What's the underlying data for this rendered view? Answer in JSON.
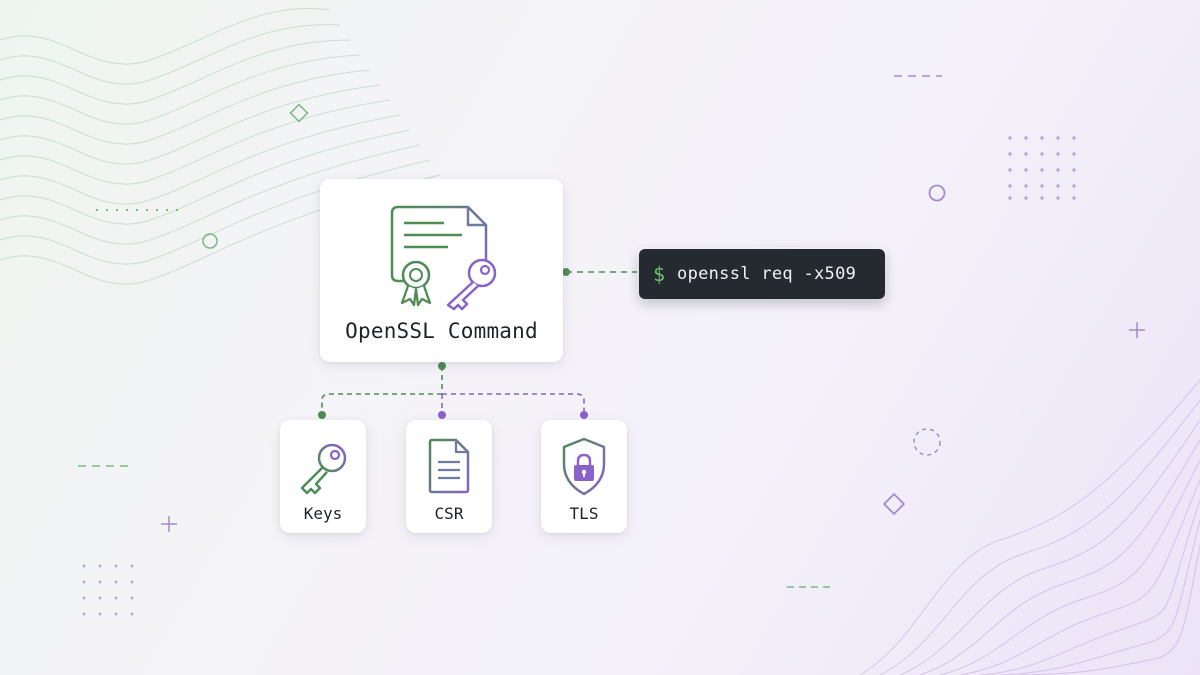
{
  "main_node": {
    "label": "OpenSSL Command",
    "icon": "certificate-key-icon"
  },
  "command": {
    "prompt": "$",
    "text": "openssl req -x509"
  },
  "children": [
    {
      "label": "Keys",
      "icon": "key-icon"
    },
    {
      "label": "CSR",
      "icon": "document-icon"
    },
    {
      "label": "TLS",
      "icon": "shield-lock-icon"
    }
  ],
  "colors": {
    "green": "#4f8c56",
    "purple": "#8a63c9",
    "text": "#1f2328",
    "terminal_bg": "#252a30"
  }
}
